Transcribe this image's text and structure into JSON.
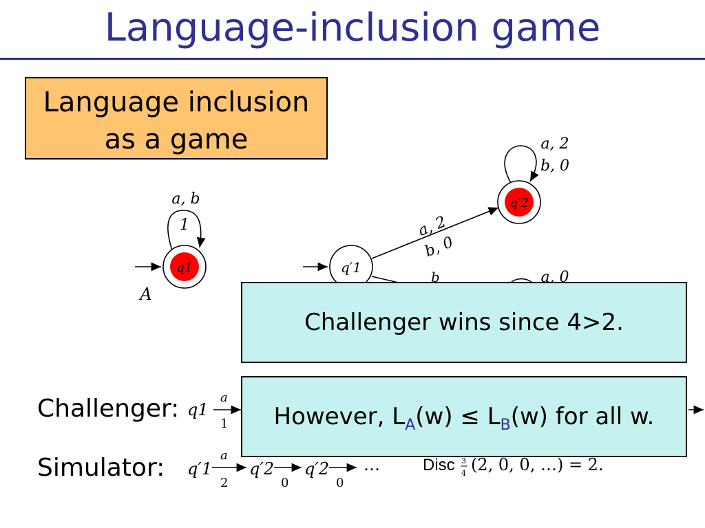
{
  "slide": {
    "title": "Language-inclusion game",
    "box_line1": "Language inclusion",
    "box_line2": "as a game",
    "overlay_top": "Challenger wins since 4>2.",
    "overlay_bottom_prefix": "However, L",
    "overlay_sub_a": "A",
    "overlay_mid": "(w) ≤ L",
    "overlay_sub_b": "B",
    "overlay_suffix": "(w) for all w.",
    "challenger_label": "Challenger:",
    "simulator_label": "Simulator:"
  },
  "automaton_a": {
    "name": "A",
    "state": "q1",
    "loop_label": "a, b",
    "loop_weight": "1"
  },
  "automaton_b": {
    "state_q1p": "q′1",
    "state_q2p": "q′2",
    "edge_label_1": "a, 2",
    "edge_label_2": "b, 0",
    "loop_q2_line1": "a, 2",
    "loop_q2_line2": "b, 0",
    "partial_label": "a, 0"
  },
  "runs": {
    "challenger_start": "q1",
    "challenger_top": "a",
    "challenger_bottom": "1",
    "simulator_start": "q′1",
    "sim_top_1": "a",
    "sim_bottom_1": "2",
    "sim_state_2": "q′2",
    "sim_bottom_2": "0",
    "sim_state_3": "q′2",
    "sim_bottom_3": "0",
    "ellipsis": "…",
    "disc_label": "Disc",
    "disc_expr": "(2, 0, 0, …) = 2."
  },
  "colors": {
    "title": "#2e3192",
    "state_fill": "#ff0000",
    "orange_box": "#ffc46f",
    "cyan_box": "#c6f1f1"
  }
}
